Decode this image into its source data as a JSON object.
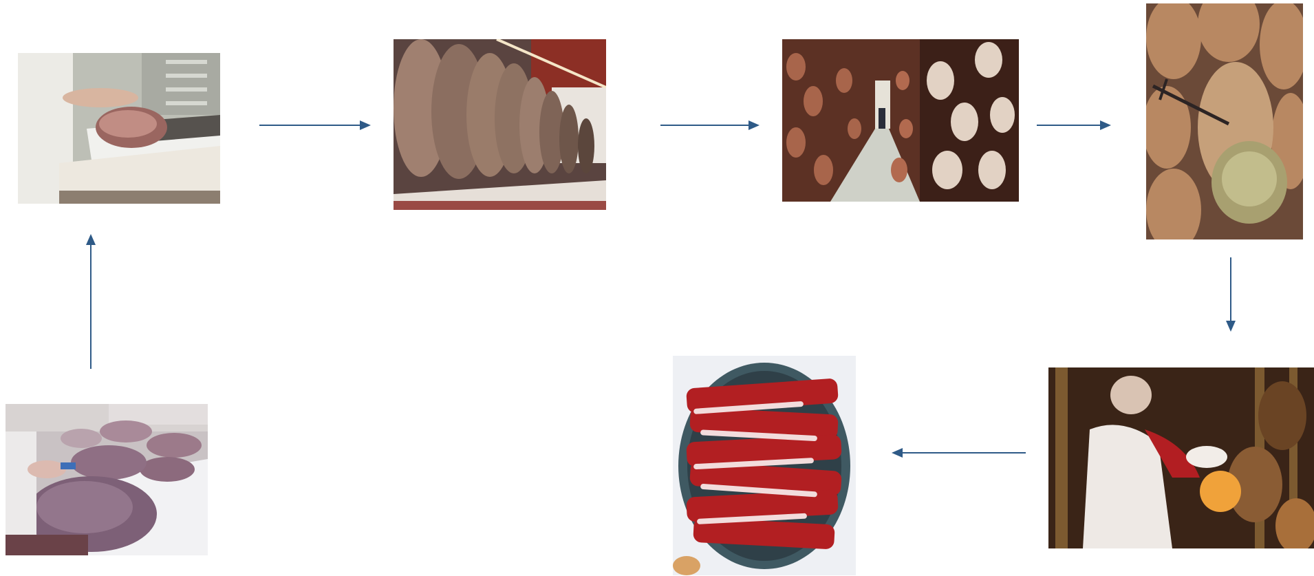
{
  "diagram": {
    "accent_color": "#2e5a87",
    "steps": [
      {
        "id": "salting-fresh-legs",
        "icon": "fresh-ham-salting-photo"
      },
      {
        "id": "salted-hams-resting",
        "icon": "hams-hanging-rack-photo"
      },
      {
        "id": "curing-cellar",
        "icon": "curing-cellar-corridor-photo"
      },
      {
        "id": "bone-probe-test",
        "icon": "ham-probe-inspection-photo"
      },
      {
        "id": "master-inspection",
        "icon": "ham-master-inspection-photo"
      },
      {
        "id": "sliced-ham",
        "icon": "sliced-ham-platter-photo"
      },
      {
        "id": "trimming-fresh-legs",
        "icon": "fresh-leg-trimming-photo"
      }
    ]
  }
}
